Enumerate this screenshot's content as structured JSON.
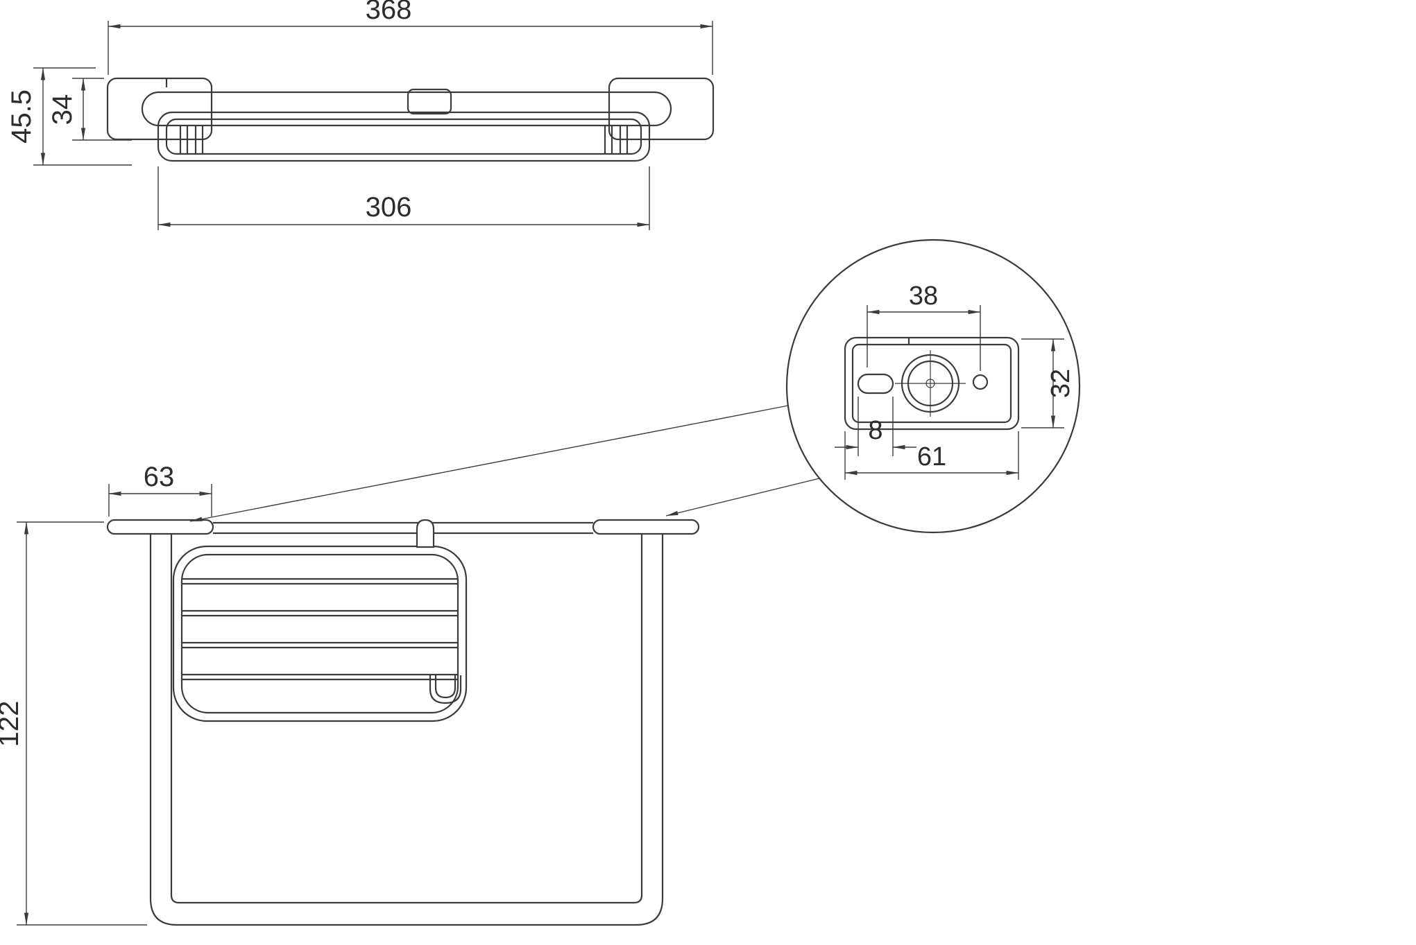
{
  "drawing": {
    "background_color": "#ffffff",
    "line_color": "#3b3b3b",
    "text_color": "#2c2c2c"
  },
  "dimensions": {
    "top": {
      "overall_width": "368",
      "basket_width": "306",
      "total_depth": "45.5",
      "bracket_depth": "34"
    },
    "front": {
      "bracket_width": "63",
      "overall_height": "122"
    },
    "detail": {
      "hole_spacing": "38",
      "plate_height": "32",
      "slot_width": "8",
      "plate_width": "61"
    }
  }
}
